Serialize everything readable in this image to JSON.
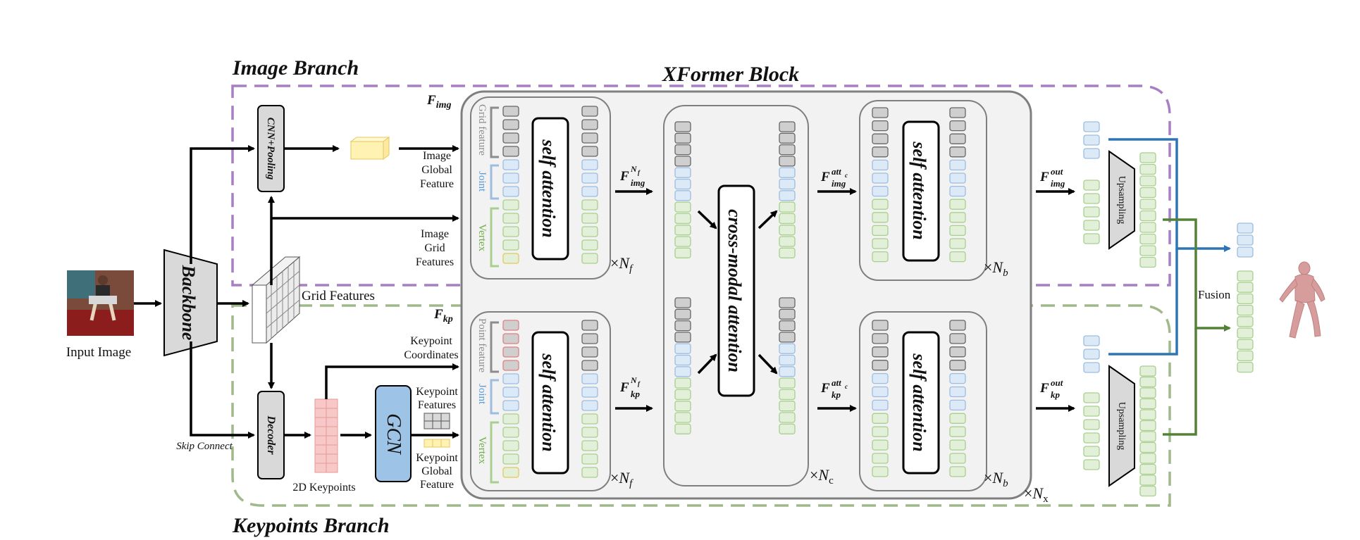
{
  "titles": {
    "image_branch": "Image Branch",
    "keypoints_branch": "Keypoints Branch",
    "xformer_block": "XFormer Block"
  },
  "labels": {
    "input_image": "Input Image",
    "backbone": "Backbone",
    "grid_features": "Grid Features",
    "cnn_pooling": "CNN+Pooling",
    "decoder": "Decoder",
    "gcn": "GCN",
    "skip_connect": "Skip Connect",
    "keypoints_2d": "2D Keypoints",
    "image_global_feature": [
      "Image",
      "Global",
      "Feature"
    ],
    "image_grid_features": [
      "Image",
      "Grid",
      "Features"
    ],
    "keypoint_coordinates": [
      "Keypoint",
      "Coordinates"
    ],
    "keypoint_features": [
      "Keypoint",
      "Features"
    ],
    "keypoint_global_feature": [
      "Keypoint",
      "Global",
      "Feature"
    ],
    "self_attention": "self attention",
    "cross_modal_attention": "cross-modal attention",
    "upsampling": "Upsampling",
    "fusion": "Fusion",
    "grid_feature": "Grid feature",
    "point_feature": "Point feature",
    "joint": "Joint",
    "vertex": "Vertex"
  },
  "math": {
    "f_img": {
      "base": "F",
      "sub": "img"
    },
    "f_kp": {
      "base": "F",
      "sub": "kp"
    },
    "f_img_nf": {
      "base": "F",
      "sup": "N",
      "supsub": "f",
      "sub": "img"
    },
    "f_kp_nf": {
      "base": "F",
      "sup": "N",
      "supsub": "f",
      "sub": "kp"
    },
    "f_img_att": {
      "base": "F",
      "sup": "att",
      "supsub": "c",
      "sub": "img"
    },
    "f_kp_att": {
      "base": "F",
      "sup": "att",
      "supsub": "c",
      "sub": "kp"
    },
    "f_img_out": {
      "base": "F",
      "sup": "out",
      "sub": "img"
    },
    "f_kp_out": {
      "base": "F",
      "sup": "out",
      "sub": "kp"
    },
    "times": "×",
    "n_f": {
      "base": "N",
      "sub": "f"
    },
    "n_c": {
      "base": "N",
      "sub": "c"
    },
    "n_b": {
      "base": "N",
      "sub": "b"
    },
    "n_x": {
      "base": "N",
      "sub": "x"
    }
  },
  "colors": {
    "image_branch": "#a97fc4",
    "keypoints_branch": "#9fb98a",
    "block_fill": "#f2f2f2",
    "block_stroke": "#7f7f7f",
    "token_gray": "#cfcfcf",
    "token_blue": "#dce9f7",
    "token_blue_stroke": "#9dbde0",
    "token_green": "#e2f0d9",
    "token_green_stroke": "#a8cf8e",
    "feature_yellow": "#fff2b3",
    "keypoint_red": "#f8c8c8",
    "gcn_blue": "#9dc3e6",
    "arrow": "#000000",
    "fusion_blue": "#2e75b6",
    "fusion_green": "#548235"
  }
}
